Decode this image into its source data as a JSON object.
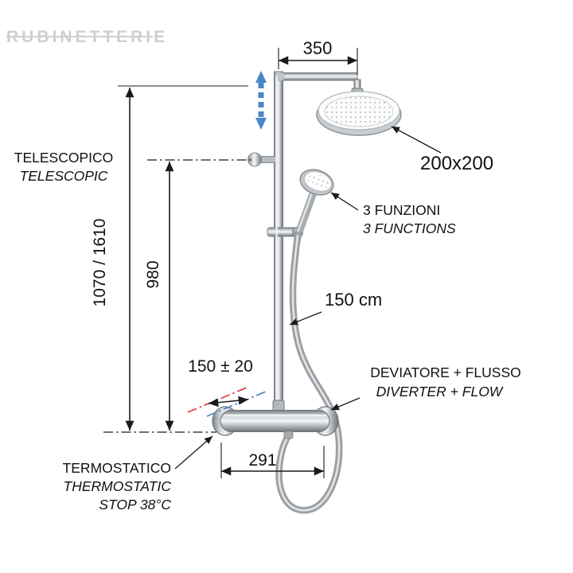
{
  "watermark": "RUBINETTERIE",
  "dims": {
    "arm": "350",
    "head": "200x200",
    "total_height": "1070 / 1610",
    "pole_height": "980",
    "hose": "150 cm",
    "inlet_spacing": "150 ± 20",
    "body_width": "291"
  },
  "labels": {
    "telescopic_it": "TELESCOPICO",
    "telescopic_en": "TELESCOPIC",
    "functions_it": "3 FUNZIONI",
    "functions_en": "3 FUNCTIONS",
    "diverter_it": "DEVIATORE + FLUSSO",
    "diverter_en": "DIVERTER + FLOW",
    "thermo_it": "TERMOSTATICO",
    "thermo_en": "THERMOSTATIC",
    "thermo_note": "STOP 38°C"
  },
  "colors": {
    "line": "#1a1a1a",
    "telescopic_arrow": "#4a86c8",
    "hot": "#e23a3a",
    "cold": "#4a86c8"
  }
}
